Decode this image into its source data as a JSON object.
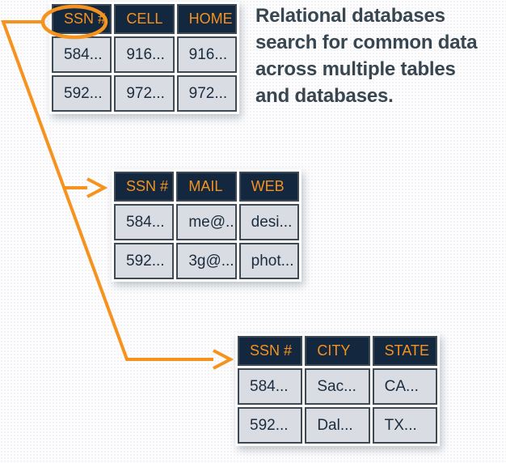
{
  "caption": {
    "text": "Relational databases search for common data across multiple tables and databases.",
    "lines": [
      "Relational databases",
      "search for common data",
      "across multiple tables",
      "and databases."
    ]
  },
  "colors": {
    "header_bg": "#13273F",
    "header_text": "#F6921E",
    "cell_bg": "#D9DDE3",
    "cell_border": "#3E4956",
    "cell_text": "#1C2C3E",
    "arrow": "#F6921E",
    "caption_text": "#374650"
  },
  "highlight": {
    "circled_column": "SSN #"
  },
  "tables": [
    {
      "name": "phone-table",
      "headers": [
        "SSN #",
        "CELL",
        "HOME"
      ],
      "rows": [
        [
          "584...",
          "916...",
          "916..."
        ],
        [
          "592...",
          "972...",
          "972..."
        ]
      ]
    },
    {
      "name": "mail-table",
      "headers": [
        "SSN #",
        "MAIL",
        "WEB"
      ],
      "rows": [
        [
          "584...",
          "me@...",
          "desi..."
        ],
        [
          "592...",
          "3g@...",
          "phot..."
        ]
      ]
    },
    {
      "name": "address-table",
      "headers": [
        "SSN #",
        "CITY",
        "STATE"
      ],
      "rows": [
        [
          "584...",
          "Sac...",
          "CA..."
        ],
        [
          "592...",
          "Dal...",
          "TX..."
        ]
      ]
    }
  ]
}
